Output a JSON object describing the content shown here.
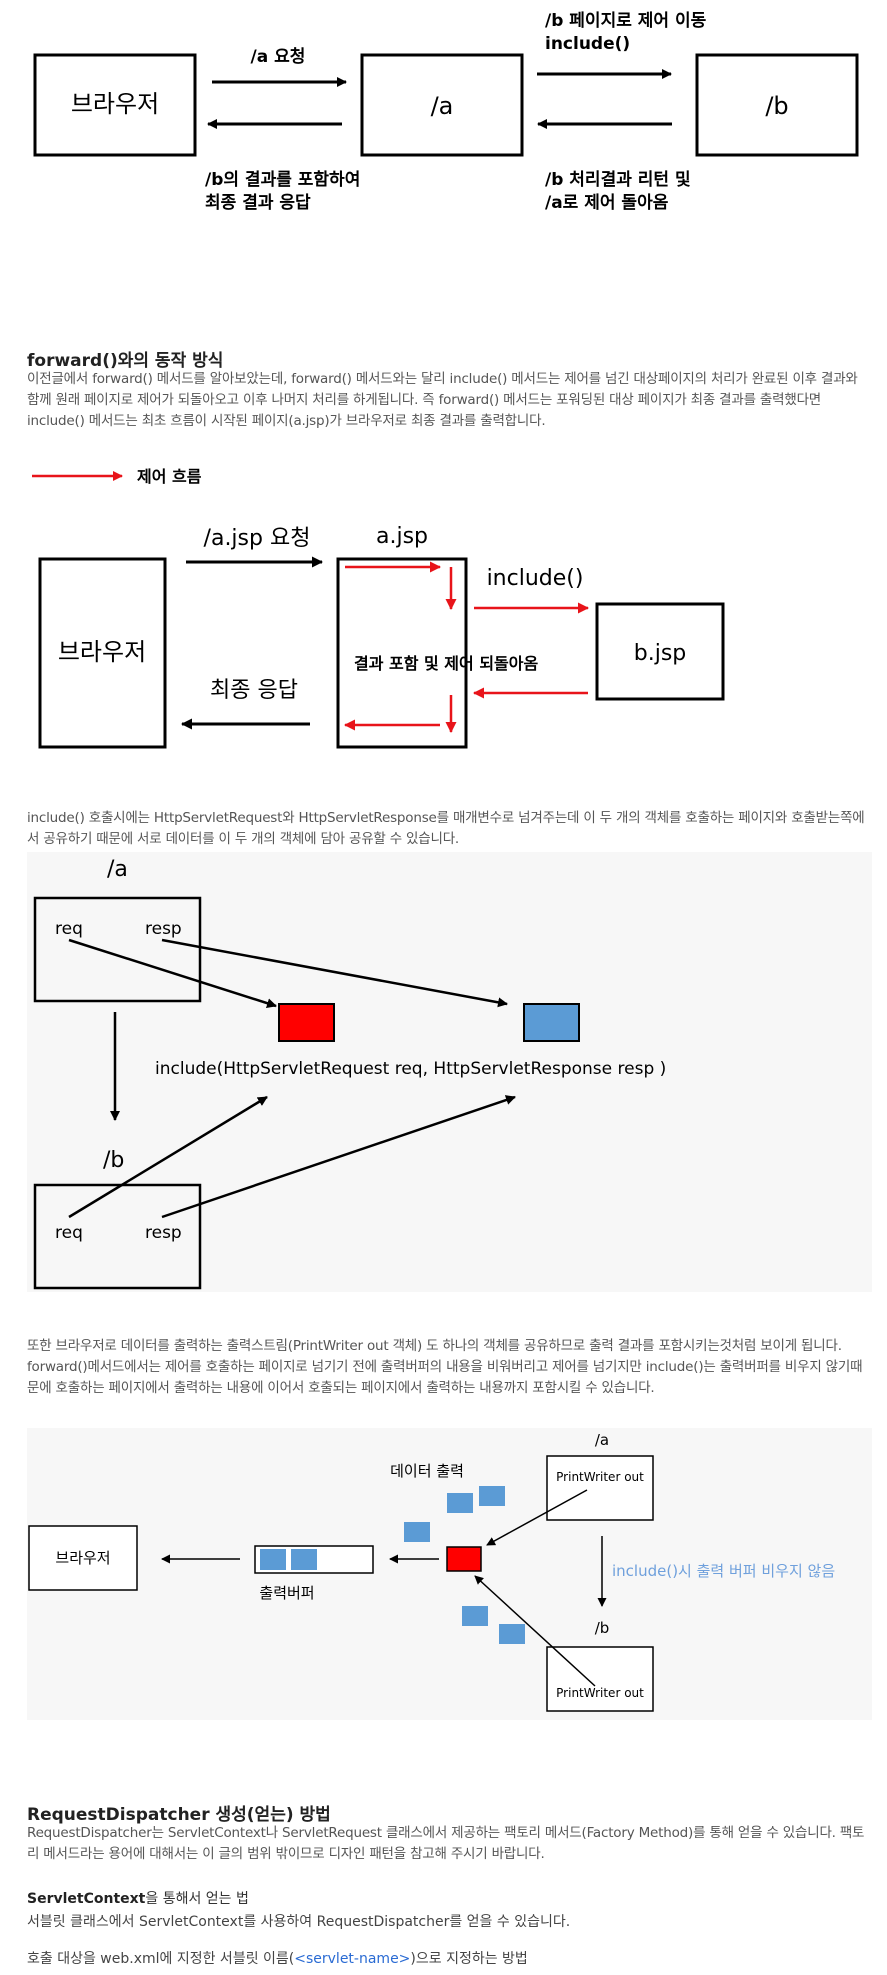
{
  "diagram1": {
    "browser": "브라우저",
    "page_a": "/a",
    "page_b": "/b",
    "request_label": "/a 요청",
    "control_move_line1": "/b 페이지로 제어 이동",
    "control_move_line2": "include()",
    "response_line1": "/b의 결과를 포함하여",
    "response_line2": "최종 결과 응답",
    "return_line1": "/b 처리결과 리턴 및",
    "return_line2": "/a로 제어 돌아옴"
  },
  "section1": {
    "heading": "forward()와의 동작 방식",
    "paragraph": "이전글에서 forward() 메서드를 알아보았는데, forward() 메서드와는 달리 include() 메서드는 제어를 넘긴 대상페이지의 처리가 완료된 이후 결과와 함께 원래 페이지로 제어가 되돌아오고 이후 나머지 처리를 하게됩니다. 즉 forward() 메서드는 포워딩된 대상 페이지가 최종 결과를 출력했다면 include() 메서드는 최초 흐름이 시작된 페이지(a.jsp)가 브라우저로 최종 결과를 출력합니다.",
    "legend_label": "제어 흐름",
    "legend_color": "#e8141a"
  },
  "diagram2": {
    "browser": "브라우저",
    "a_jsp": "a.jsp",
    "b_jsp": "b.jsp",
    "request_label": "/a.jsp 요청",
    "include_label": "include()",
    "return_label": "결과 포함 및 제어 되돌아옴",
    "final_response": "최종 응답"
  },
  "section2": {
    "paragraph": "include() 호출시에는 HttpServletRequest와 HttpServletResponse를 매개변수로 넘겨주는데 이 두 개의 객체를 호출하는 페이지와 호출받는쪽에서 공유하기 때문에 서로 데이터를 이 두 개의 객체에 담아 공유할 수 있습니다."
  },
  "diagram3": {
    "page_a": "/a",
    "page_b": "/b",
    "req": "req",
    "resp": "resp",
    "include_signature": "include(HttpServletRequest req, HttpServletResponse resp )",
    "req_color": "#ff0000",
    "resp_color": "#5b9bd5"
  },
  "section3": {
    "paragraph": "또한 브라우저로 데이터를 출력하는 출력스트림(PrintWriter out 객체) 도 하나의 객체를 공유하므로 출력 결과를 포함시키는것처럼 보이게 됩니다. forward()메서드에서는 제어를 호출하는 페이지로 넘기기 전에 출력버퍼의 내용을 비워버리고 제어를 넘기지만 include()는 출력버퍼를 비우지 않기때문에 호출하는 페이지에서 출력하는 내용에 이어서 호출되는 페이지에서 출력하는 내용까지 포함시킬 수 있습니다."
  },
  "diagram4": {
    "browser": "브라우저",
    "output_buffer": "출력버퍼",
    "data_output": "데이터 출력",
    "page_a": "/a",
    "page_b": "/b",
    "printwriter": "PrintWriter out",
    "no_flush_note": "include()시 출력 버퍼 비우지 않음",
    "note_color": "#6fa0dc",
    "block_color": "#5b9bd5",
    "out_color": "#ff0000"
  },
  "section4": {
    "heading": "RequestDispatcher 생성(얻는) 방법",
    "paragraph": "RequestDispatcher는 ServletContext나 ServletRequest 클래스에서 제공하는 팩토리 메서드(Factory Method)를 통해 얻을 수 있습니다. 팩토리 메서드라는 용어에 대해서는 이 글의 범위 밖이므로 디자인 패턴을 참고해 주시기 바랍니다.",
    "sub_heading_bold": "ServletContext",
    "sub_heading_rest": "을 통해서 얻는 법",
    "sub_text": "서블릿 클래스에서 ServletContext를 사용하여 RequestDispatcher를 얻을 수 있습니다.",
    "last_line_start": "호출 대상을 web.xml에 지정한 서블릿 이름(",
    "last_line_code": "<servlet-name>",
    "last_line_end": ")으로 지정하는 방법"
  }
}
